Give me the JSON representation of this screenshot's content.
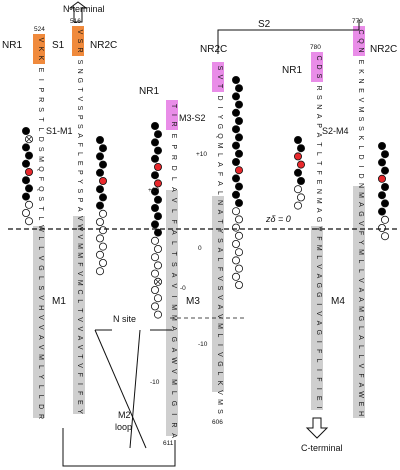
{
  "labels": {
    "n_terminal": "N-terminal",
    "c_terminal": "C-terminal",
    "s1": "S1",
    "s2": "S2",
    "s1_m1": "S1-M1",
    "m3_s2": "M3-S2",
    "s2_m4": "S2-M4",
    "m1": "M1",
    "m3": "M3",
    "m4": "M4",
    "m2_loop_line1": "M2",
    "m2_loop_line2": "loop",
    "n_site": "N site",
    "z_zero": "zδ = 0",
    "nr1": "NR1",
    "nr2c": "NR2C"
  },
  "residue_numbers": [
    "524",
    "516",
    "780",
    "779",
    "606",
    "611"
  ],
  "position_marks": [
    "+10",
    "+10",
    "-0",
    "0",
    "-10",
    "-10"
  ],
  "columns": [
    {
      "id": "nr1-s1m1-m1",
      "box_seq": "VKK",
      "box_color": "#f08a3c",
      "seq": "EIPRSTLDSMQFQSTLWLLVGLSVHVVAVMLYLLDR"
    },
    {
      "id": "nr2c-s1m1-m1",
      "box_seq": "VSR",
      "box_color": "#f08a3c",
      "seq": "SNGTVSPSAFLEPYSPAVWVMMFVMCLTVVAVTVFIFEY"
    },
    {
      "id": "nr1-m3",
      "box_seq": "TIR",
      "box_color": "#e98de8",
      "seq": "EPRDLAVLFALTSAVIMMAGAWVMLGIRA"
    },
    {
      "id": "nr2c-m3",
      "box_seq": "SVT",
      "box_color": "#e98de8",
      "seq": "DIYGQMLAFALNATYSALFVSVAVMLIVGLKVMS"
    },
    {
      "id": "nr1-s2m4-m4",
      "box_seq": "CDS",
      "box_color": "#e98de8",
      "seq": "RSNAPATLTFENMAGVFMLVAGGIVAGIFLIFIEI"
    },
    {
      "id": "nr2c-s2m4-m4",
      "box_seq": "CQN",
      "box_color": "#e98de8",
      "seq": "EKNEVMSSKLDIDNMAGVFYMLLVAAMGLALLVFAWEH"
    }
  ],
  "colors": {
    "accessible_red": "#e8282c",
    "tm_box": "#cfcfcf",
    "black_dot": "#000000",
    "orange": "#f08a3c",
    "magenta": "#e98de8"
  }
}
